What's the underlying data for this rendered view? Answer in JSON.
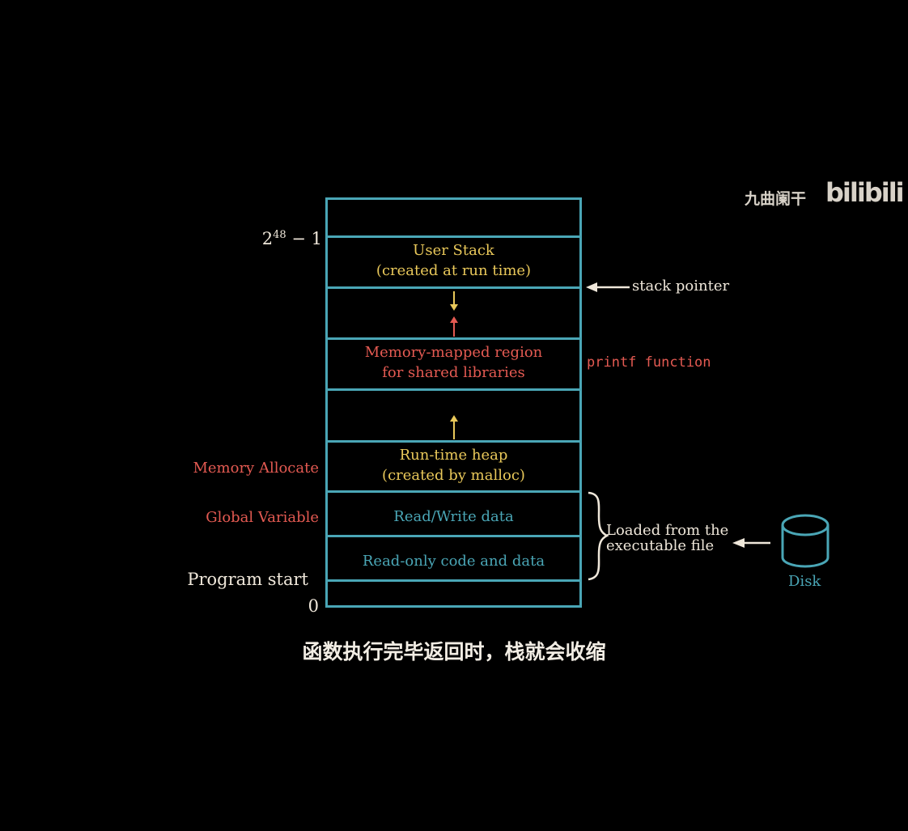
{
  "watermark": {
    "author": "九曲阑干",
    "site": "bilibili"
  },
  "memory_layout": {
    "segments": [
      {
        "lines": [
          "User Stack",
          "(created at run time)"
        ]
      },
      {
        "lines": [
          "Memory-mapped region",
          "for shared libraries"
        ]
      },
      {
        "lines": [
          "Run-time heap",
          "(created by malloc)"
        ]
      },
      {
        "lines": [
          "Read/Write data"
        ]
      },
      {
        "lines": [
          "Read-only code and data"
        ]
      }
    ],
    "addresses": {
      "top_base": "2",
      "top_exp": "48",
      "top_rest": " − 1",
      "bottom": "0"
    },
    "left_labels": {
      "memory_allocate": "Memory Allocate",
      "global_variable": "Global Variable",
      "program_start": "Program start"
    },
    "right_labels": {
      "stack_pointer": "stack pointer",
      "printf": "printf function",
      "loaded_line1": "Loaded from the",
      "loaded_line2": "executable file",
      "disk": "Disk"
    }
  },
  "caption": "函数执行完毕返回时，栈就会收缩",
  "colors": {
    "box": "#4aa6b6",
    "yellow": "#e9c85a",
    "red": "#e45a52",
    "cream": "#efe7da"
  }
}
